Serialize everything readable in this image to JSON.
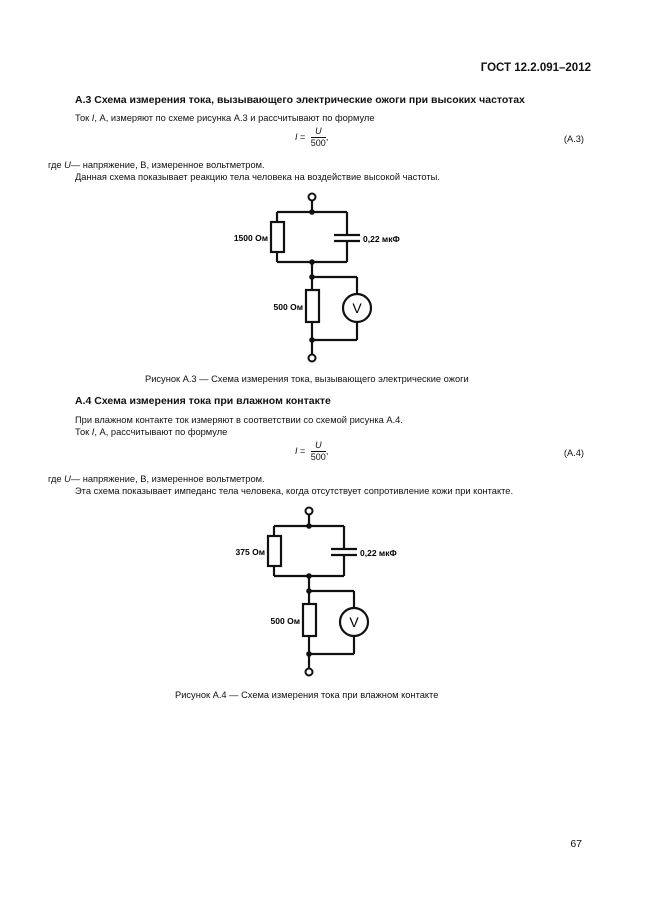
{
  "header": {
    "standard": "ГОСТ 12.2.091–2012"
  },
  "sectionA3": {
    "heading": "А.3 Схема измерения тока, вызывающего электрические ожоги при высоких частотах",
    "intro_pre": "Ток ",
    "intro_var": "I",
    "intro_post": ", А, измеряют по схеме рисунка А.3 и рассчитывают по формуле",
    "formula": {
      "lhs": "I",
      "eq": " =",
      "numerator": "U",
      "denominator": "500",
      "tail": ","
    },
    "eq_number": "(А.3)",
    "where_pre": "где ",
    "where_var": "U",
    "where_post": "— напряжение, В, измеренное вольтметром.",
    "note": "Данная схема показывает реакцию тела человека на воздействие высокой частоты.",
    "circuit": {
      "r1": "1500 Ом",
      "c1": "0,22 мкФ",
      "r2": "500 Ом",
      "meter": "V"
    },
    "caption": "Рисунок А.3 — Схема измерения тока, вызывающего электрические ожоги"
  },
  "sectionA4": {
    "heading": "А.4 Схема измерения тока при влажном контакте",
    "para1": "При влажном контакте ток измеряют в соответствии со схемой рисунка А.4.",
    "intro_pre": "Ток ",
    "intro_var": "I",
    "intro_post": ", А, рассчитывают по формуле",
    "formula": {
      "lhs": "I",
      "eq": " =",
      "numerator": "U",
      "denominator": "500",
      "tail": ","
    },
    "eq_number": "(А.4)",
    "where_pre": "где ",
    "where_var": "U",
    "where_post": "— напряжение, В, измеренное вольтметром.",
    "note": "Эта схема показывает импеданс тела человека, когда отсутствует сопротивление кожи при контакте.",
    "circuit": {
      "r1": "375 Ом",
      "c1": "0,22 мкФ",
      "r2": "500 Ом",
      "meter": "V"
    },
    "caption": "Рисунок А.4 — Схема измерения тока при влажном контакте"
  },
  "footer": {
    "page_number": "67"
  }
}
